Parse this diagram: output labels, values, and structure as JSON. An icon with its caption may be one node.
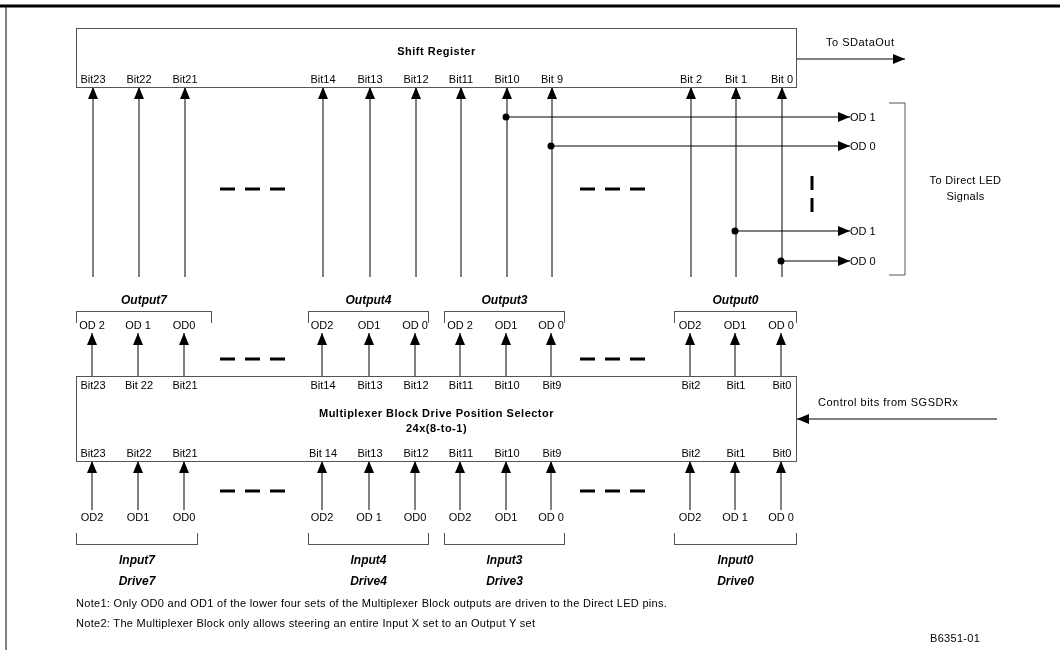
{
  "diagram": {
    "nodes": [
      {
        "text": [
          "Shift Register"
        ]
      },
      {
        "text": [
          "Bit23"
        ],
        "in": 0
      },
      {
        "text": [
          "Bit22"
        ],
        "in": 0
      },
      {
        "text": [
          "Bit21"
        ],
        "in": 0
      },
      {
        "text": [
          "Bit14"
        ],
        "in": 0
      },
      {
        "text": [
          "Bit13"
        ],
        "in": 0
      },
      {
        "text": [
          "Bit12"
        ],
        "in": 0
      },
      {
        "text": [
          "Bit11"
        ],
        "in": 0
      },
      {
        "text": [
          "Bit10"
        ],
        "in": 0
      },
      {
        "text": [
          "Bit 9"
        ],
        "in": 0
      },
      {
        "text": [
          "Bit 2"
        ],
        "in": 0
      },
      {
        "text": [
          "Bit 1"
        ],
        "in": 0
      },
      {
        "text": [
          "Bit 0"
        ],
        "in": 0
      },
      {
        "text": [
          "OD 1"
        ]
      },
      {
        "text": [
          "OD 0"
        ]
      },
      {
        "text": [
          "OD 1"
        ]
      },
      {
        "text": [
          "OD 0"
        ]
      },
      {
        "text": [
          "Output7"
        ]
      },
      {
        "text": [
          "OD 2"
        ],
        "in": 17
      },
      {
        "text": [
          "OD 1"
        ],
        "in": 17
      },
      {
        "text": [
          "OD0"
        ],
        "in": 17
      },
      {
        "text": [
          "Output4"
        ]
      },
      {
        "text": [
          "OD2"
        ],
        "in": 21
      },
      {
        "text": [
          "OD1"
        ],
        "in": 21
      },
      {
        "text": [
          "OD 0"
        ],
        "in": 21
      },
      {
        "text": [
          "Output3"
        ]
      },
      {
        "text": [
          "OD 2"
        ],
        "in": 25
      },
      {
        "text": [
          "OD1"
        ],
        "in": 25
      },
      {
        "text": [
          "OD 0"
        ],
        "in": 25
      },
      {
        "text": [
          "Output0"
        ]
      },
      {
        "text": [
          "OD2"
        ],
        "in": 29
      },
      {
        "text": [
          "OD1"
        ],
        "in": 29
      },
      {
        "text": [
          "OD 0"
        ],
        "in": 29
      },
      {
        "text": [
          "Multiplexer Block Drive Position Selector",
          "24x(8-to-1)"
        ]
      },
      {
        "text": [
          "Bit23"
        ],
        "in": 33
      },
      {
        "text": [
          "Bit 22"
        ],
        "in": 33
      },
      {
        "text": [
          "Bit21"
        ],
        "in": 33
      },
      {
        "text": [
          "Bit14"
        ],
        "in": 33
      },
      {
        "text": [
          "Bit13"
        ],
        "in": 33
      },
      {
        "text": [
          "Bit12"
        ],
        "in": 33
      },
      {
        "text": [
          "Bit11"
        ],
        "in": 33
      },
      {
        "text": [
          "Bit10"
        ],
        "in": 33
      },
      {
        "text": [
          "Bit9"
        ],
        "in": 33
      },
      {
        "text": [
          "Bit2"
        ],
        "in": 33
      },
      {
        "text": [
          "Bit1"
        ],
        "in": 33
      },
      {
        "text": [
          "Bit0"
        ],
        "in": 33
      },
      {
        "text": [
          "Bit23"
        ],
        "in": 33
      },
      {
        "text": [
          "Bit22"
        ],
        "in": 33
      },
      {
        "text": [
          "Bit21"
        ],
        "in": 33
      },
      {
        "text": [
          "Bit 14"
        ],
        "in": 33
      },
      {
        "text": [
          "Bit13"
        ],
        "in": 33
      },
      {
        "text": [
          "Bit12"
        ],
        "in": 33
      },
      {
        "text": [
          "Bit11"
        ],
        "in": 33
      },
      {
        "text": [
          "Bit10"
        ],
        "in": 33
      },
      {
        "text": [
          "Bit9"
        ],
        "in": 33
      },
      {
        "text": [
          "Bit2"
        ],
        "in": 33
      },
      {
        "text": [
          "Bit1"
        ],
        "in": 33
      },
      {
        "text": [
          "Bit0"
        ],
        "in": 33
      },
      {
        "text": [
          "OD2"
        ]
      },
      {
        "text": [
          "OD1"
        ]
      },
      {
        "text": [
          "OD0"
        ]
      },
      {
        "text": [
          "OD2"
        ]
      },
      {
        "text": [
          "OD 1"
        ]
      },
      {
        "text": [
          "OD0"
        ]
      },
      {
        "text": [
          "OD2"
        ]
      },
      {
        "text": [
          "OD1"
        ]
      },
      {
        "text": [
          "OD 0"
        ]
      },
      {
        "text": [
          "OD2"
        ]
      },
      {
        "text": [
          "OD 1"
        ]
      },
      {
        "text": [
          "OD 0"
        ]
      },
      {
        "text": [
          "Input7",
          "Drive7"
        ]
      },
      {
        "text": [
          "Input4",
          "Drive4"
        ]
      },
      {
        "text": [
          "Input3",
          "Drive3"
        ]
      },
      {
        "text": [
          "Input0",
          "Drive0"
        ]
      }
    ],
    "edges": [
      {
        "from": 0,
        "to": null,
        "arrow": "to",
        "label": "To SDataOut"
      },
      {
        "from": 17,
        "to": 1,
        "arrow": "to"
      },
      {
        "from": 17,
        "to": 2,
        "arrow": "to"
      },
      {
        "from": 17,
        "to": 3,
        "arrow": "to"
      },
      {
        "from": 21,
        "to": 4,
        "arrow": "to"
      },
      {
        "from": 21,
        "to": 5,
        "arrow": "to"
      },
      {
        "from": 21,
        "to": 6,
        "arrow": "to"
      },
      {
        "from": 25,
        "to": 7,
        "arrow": "to"
      },
      {
        "from": 25,
        "to": 8,
        "arrow": "to"
      },
      {
        "from": 25,
        "to": 9,
        "arrow": "to"
      },
      {
        "from": 29,
        "to": 10,
        "arrow": "to"
      },
      {
        "from": 29,
        "to": 11,
        "arrow": "to"
      },
      {
        "from": 29,
        "to": 12,
        "arrow": "to"
      },
      {
        "from": null,
        "to": 13,
        "arrow": "to"
      },
      {
        "from": null,
        "to": 14,
        "arrow": "to"
      },
      {
        "from": null,
        "to": 15,
        "arrow": "to"
      },
      {
        "from": null,
        "to": 16,
        "arrow": "to"
      },
      {
        "from": 34,
        "to": 18,
        "arrow": "to"
      },
      {
        "from": 35,
        "to": 19,
        "arrow": "to"
      },
      {
        "from": 36,
        "to": 20,
        "arrow": "to"
      },
      {
        "from": 37,
        "to": 22,
        "arrow": "to"
      },
      {
        "from": 38,
        "to": 23,
        "arrow": "to"
      },
      {
        "from": 39,
        "to": 24,
        "arrow": "to"
      },
      {
        "from": 40,
        "to": 26,
        "arrow": "to"
      },
      {
        "from": 41,
        "to": 27,
        "arrow": "to"
      },
      {
        "from": 42,
        "to": 28,
        "arrow": "to"
      },
      {
        "from": 43,
        "to": 30,
        "arrow": "to"
      },
      {
        "from": 44,
        "to": 31,
        "arrow": "to"
      },
      {
        "from": 45,
        "to": 32,
        "arrow": "to"
      },
      {
        "from": 58,
        "to": 46,
        "arrow": "to"
      },
      {
        "from": 59,
        "to": 47,
        "arrow": "to"
      },
      {
        "from": 60,
        "to": 48,
        "arrow": "to"
      },
      {
        "from": 61,
        "to": 49,
        "arrow": "to"
      },
      {
        "from": 62,
        "to": 50,
        "arrow": "to"
      },
      {
        "from": 63,
        "to": 51,
        "arrow": "to"
      },
      {
        "from": 64,
        "to": 52,
        "arrow": "to"
      },
      {
        "from": 65,
        "to": 53,
        "arrow": "to"
      },
      {
        "from": 66,
        "to": 54,
        "arrow": "to"
      },
      {
        "from": 67,
        "to": 55,
        "arrow": "to"
      },
      {
        "from": 68,
        "to": 56,
        "arrow": "to"
      },
      {
        "from": 69,
        "to": 57,
        "arrow": "to"
      },
      {
        "from": null,
        "to": 33,
        "arrow": "to",
        "label": "Control bits from SGSDRx"
      }
    ],
    "labels": [
      "To Direct LED Signals",
      "Note1: Only OD0 and OD1 of the lower four sets of the Multiplexer Block outputs are driven to the Direct LED pins.",
      "Note2: The Multiplexer Block only allows steering an entire Input X set to an Output Y set",
      "B6351-01"
    ]
  }
}
